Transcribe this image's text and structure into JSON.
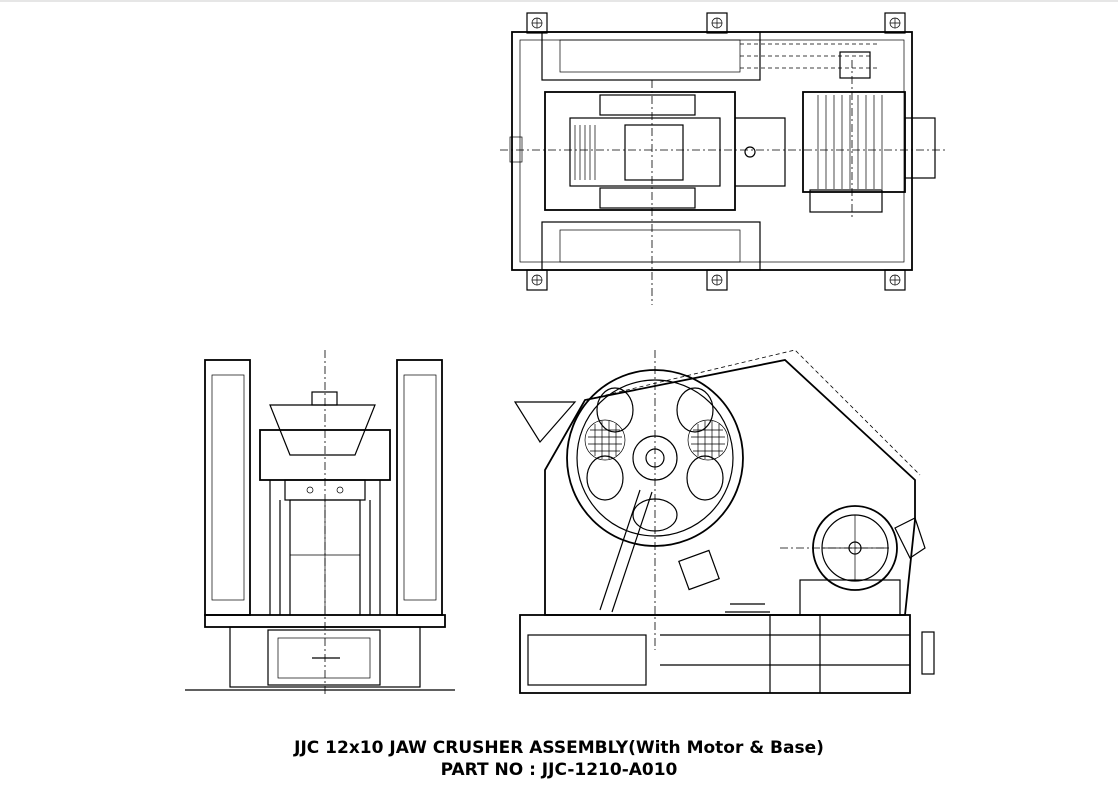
{
  "drawing": {
    "title": "JJC 12x10 JAW CRUSHER ASSEMBLY(With Motor & Base)",
    "part_number": "PART NO : JJC-1210-A010"
  },
  "views": [
    "top-view",
    "front-view",
    "side-view"
  ],
  "colors": {
    "line": "#000000",
    "background": "#ffffff"
  }
}
